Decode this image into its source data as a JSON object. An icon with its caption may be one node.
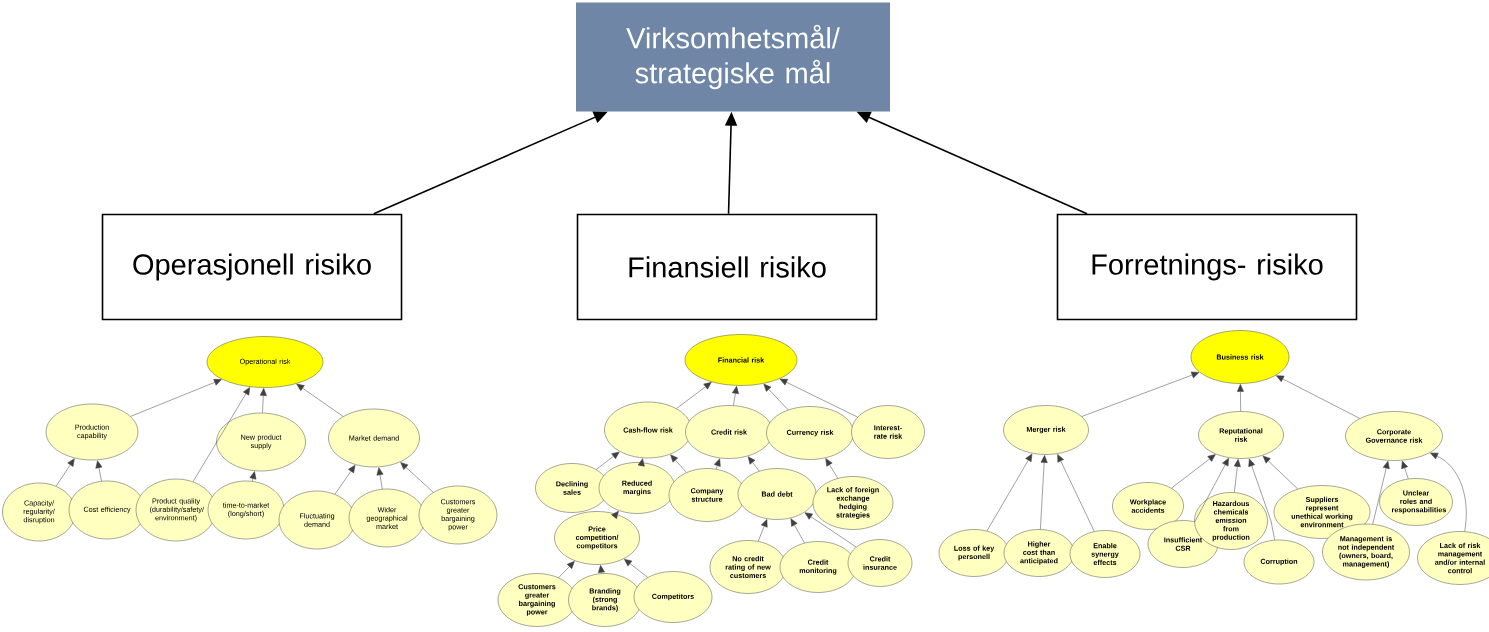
{
  "diagram": {
    "nodes": [
      {
        "text": [
          "Virksomhetsmål/ strategiske mål"
        ]
      },
      {
        "text": [
          "Operasjonell risiko"
        ]
      },
      {
        "text": [
          "Finansiell risiko"
        ]
      },
      {
        "text": [
          "Forretnings- risiko"
        ]
      },
      {
        "text": [
          "Operational risk"
        ]
      },
      {
        "text": [
          "Production capability"
        ]
      },
      {
        "text": [
          "New product supply"
        ]
      },
      {
        "text": [
          "Market demand"
        ]
      },
      {
        "text": [
          "Capacity/ regularity/ disruption"
        ]
      },
      {
        "text": [
          "Cost efficiency"
        ]
      },
      {
        "text": [
          "Product quality (durability/safety/ environment)"
        ]
      },
      {
        "text": [
          "time-to-market (long/short)"
        ]
      },
      {
        "text": [
          "Fluctuating demand"
        ]
      },
      {
        "text": [
          "Wider geographical market"
        ]
      },
      {
        "text": [
          "Customers greater bargaining power"
        ]
      },
      {
        "text": [
          "Financial risk"
        ]
      },
      {
        "text": [
          "Cash-flow risk"
        ]
      },
      {
        "text": [
          "Credit risk"
        ]
      },
      {
        "text": [
          "Currency risk"
        ]
      },
      {
        "text": [
          "Interest-rate risk"
        ]
      },
      {
        "text": [
          "Declining sales"
        ]
      },
      {
        "text": [
          "Reduced margins"
        ]
      },
      {
        "text": [
          "Company structure"
        ]
      },
      {
        "text": [
          "Bad debt"
        ]
      },
      {
        "text": [
          "Lack of foreign exchange hedging strategies"
        ]
      },
      {
        "text": [
          "Price competition/ competitors"
        ]
      },
      {
        "text": [
          "No credit rating of new customers"
        ]
      },
      {
        "text": [
          "Credit monitoring"
        ]
      },
      {
        "text": [
          "Credit insurance"
        ]
      },
      {
        "text": [
          "Customers greater bargaining power"
        ]
      },
      {
        "text": [
          "Branding (strong brands)"
        ]
      },
      {
        "text": [
          "Competitors"
        ]
      },
      {
        "text": [
          "Business risk"
        ]
      },
      {
        "text": [
          "Merger risk"
        ]
      },
      {
        "text": [
          "Reputational risk"
        ]
      },
      {
        "text": [
          "Corporate Governance risk"
        ]
      },
      {
        "text": [
          "Loss of key personell"
        ]
      },
      {
        "text": [
          "Higher cost than anticipated"
        ]
      },
      {
        "text": [
          "Enable synergy effects"
        ]
      },
      {
        "text": [
          "Workplace accidents"
        ]
      },
      {
        "text": [
          "Insufficient CSR"
        ]
      },
      {
        "text": [
          "Hazardous chemicals emission from production"
        ]
      },
      {
        "text": [
          "Suppliers represent unethical working environment"
        ]
      },
      {
        "text": [
          "Corruption"
        ]
      },
      {
        "text": [
          "Unclear roles and responsabilities"
        ]
      },
      {
        "text": [
          "Management is not independent (owners, board, management)"
        ]
      },
      {
        "text": [
          "Lack of risk management and/or internal control"
        ]
      }
    ],
    "edges": [
      {
        "from": 1,
        "to": 0,
        "arrow": "to"
      },
      {
        "from": 2,
        "to": 0,
        "arrow": "to"
      },
      {
        "from": 3,
        "to": 0,
        "arrow": "to"
      },
      {
        "from": 5,
        "to": 4,
        "arrow": "to"
      },
      {
        "from": 10,
        "to": 4,
        "arrow": "to"
      },
      {
        "from": 6,
        "to": 4,
        "arrow": "to"
      },
      {
        "from": 7,
        "to": 4,
        "arrow": "to"
      },
      {
        "from": 8,
        "to": 5,
        "arrow": "to"
      },
      {
        "from": 9,
        "to": 5,
        "arrow": "to"
      },
      {
        "from": 11,
        "to": 6,
        "arrow": "to"
      },
      {
        "from": 12,
        "to": 7,
        "arrow": "to"
      },
      {
        "from": 13,
        "to": 7,
        "arrow": "to"
      },
      {
        "from": 14,
        "to": 7,
        "arrow": "to"
      },
      {
        "from": 16,
        "to": 15,
        "arrow": "to"
      },
      {
        "from": 17,
        "to": 15,
        "arrow": "to"
      },
      {
        "from": 18,
        "to": 15,
        "arrow": "to"
      },
      {
        "from": 19,
        "to": 15,
        "arrow": "to"
      },
      {
        "from": 20,
        "to": 16,
        "arrow": "to"
      },
      {
        "from": 21,
        "to": 16,
        "arrow": "to"
      },
      {
        "from": 22,
        "to": 16,
        "arrow": "to"
      },
      {
        "from": 22,
        "to": 17,
        "arrow": "to"
      },
      {
        "from": 23,
        "to": 17,
        "arrow": "to"
      },
      {
        "from": 24,
        "to": 18,
        "arrow": "to"
      },
      {
        "from": 25,
        "to": 21,
        "arrow": "to"
      },
      {
        "from": 26,
        "to": 23,
        "arrow": "to"
      },
      {
        "from": 27,
        "to": 23,
        "arrow": "to"
      },
      {
        "from": 28,
        "to": 23,
        "arrow": "to"
      },
      {
        "from": 29,
        "to": 25,
        "arrow": "to"
      },
      {
        "from": 30,
        "to": 25,
        "arrow": "to"
      },
      {
        "from": 31,
        "to": 25,
        "arrow": "to"
      },
      {
        "from": 33,
        "to": 32,
        "arrow": "to"
      },
      {
        "from": 34,
        "to": 32,
        "arrow": "to"
      },
      {
        "from": 35,
        "to": 32,
        "arrow": "to"
      },
      {
        "from": 36,
        "to": 33,
        "arrow": "to"
      },
      {
        "from": 37,
        "to": 33,
        "arrow": "to"
      },
      {
        "from": 38,
        "to": 33,
        "arrow": "to"
      },
      {
        "from": 39,
        "to": 34,
        "arrow": "to"
      },
      {
        "from": 40,
        "to": 34,
        "arrow": "to"
      },
      {
        "from": 41,
        "to": 34,
        "arrow": "to"
      },
      {
        "from": 43,
        "to": 34,
        "arrow": "to"
      },
      {
        "from": 42,
        "to": 34,
        "arrow": "to"
      },
      {
        "from": 45,
        "to": 35,
        "arrow": "to"
      },
      {
        "from": 44,
        "to": 35,
        "arrow": "to"
      },
      {
        "from": 46,
        "to": 35,
        "arrow": "to"
      }
    ]
  }
}
